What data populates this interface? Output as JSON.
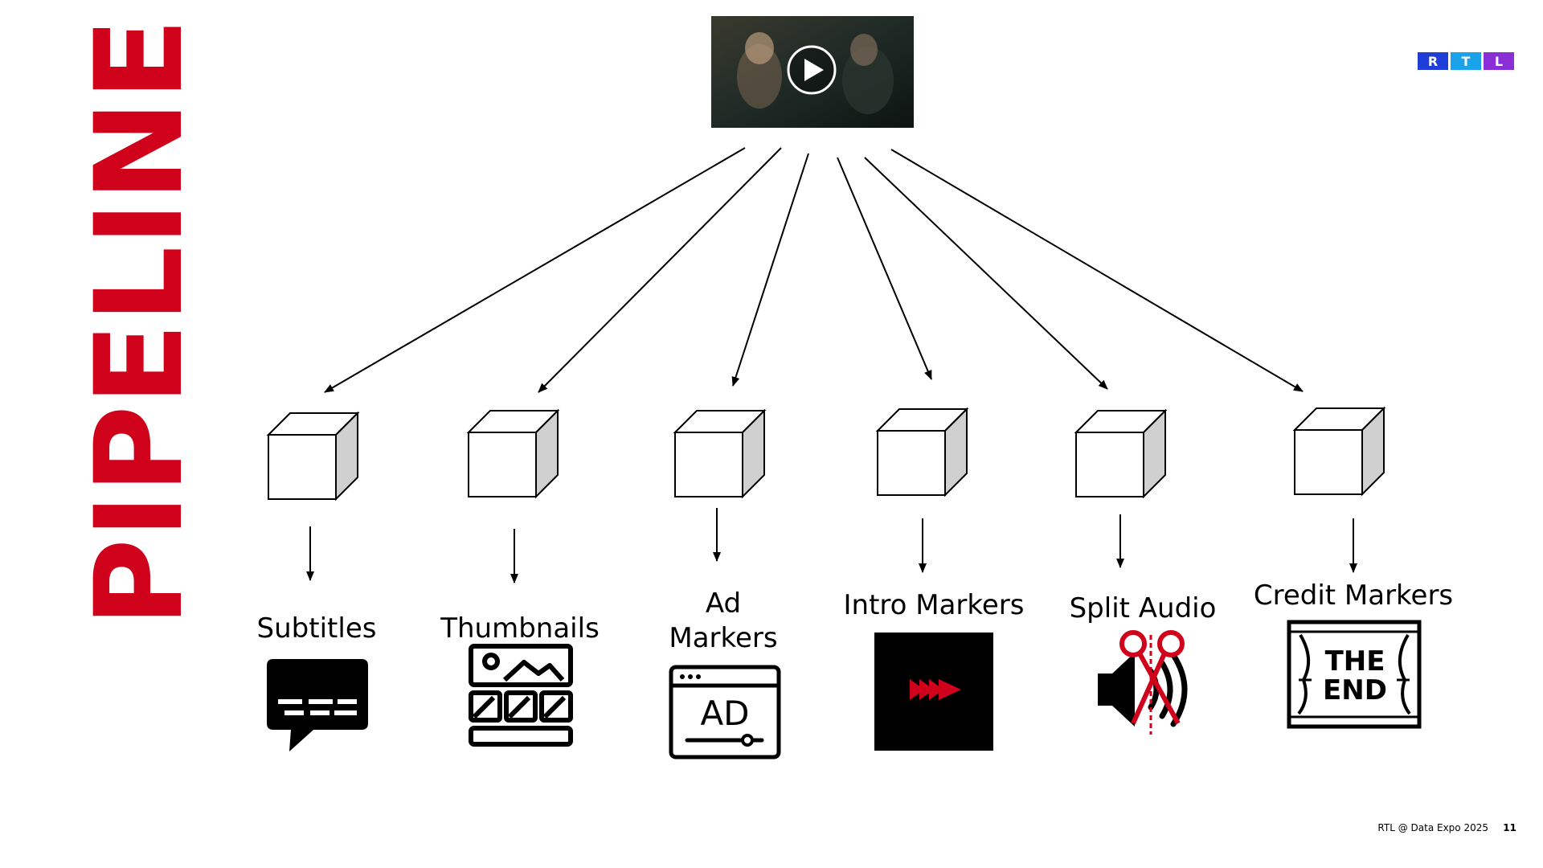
{
  "slide": {
    "title": "PIPELINE",
    "footer_text": "RTL @ Data Expo 2025",
    "page_number": "11"
  },
  "logo": {
    "letters": [
      "R",
      "T",
      "L"
    ],
    "colors": [
      "#1f3ed8",
      "#1aa3e8",
      "#8a2fd6"
    ]
  },
  "video": {
    "icon": "play-icon"
  },
  "outputs": [
    {
      "label_lines": [
        "Subtitles"
      ],
      "icon": "subtitles-icon"
    },
    {
      "label_lines": [
        "Thumbnails"
      ],
      "icon": "thumbnails-icon"
    },
    {
      "label_lines": [
        "Ad",
        "Markers"
      ],
      "icon": "ad-marker-icon",
      "icon_text": "AD"
    },
    {
      "label_lines": [
        "Intro Markers"
      ],
      "icon": "intro-marker-icon"
    },
    {
      "label_lines": [
        "Split Audio"
      ],
      "icon": "split-audio-icon"
    },
    {
      "label_lines": [
        "Credit Markers"
      ],
      "icon": "credit-markers-icon",
      "icon_text_lines": [
        "THE",
        "END"
      ]
    }
  ],
  "colors": {
    "accent": "#d0021b",
    "cube_side": "#d0d0d0",
    "line": "#000000"
  }
}
